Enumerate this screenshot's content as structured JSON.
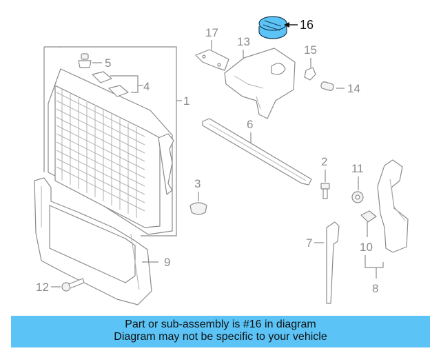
{
  "callouts": {
    "c1": "1",
    "c2": "2",
    "c3": "3",
    "c4": "4",
    "c5": "5",
    "c6": "6",
    "c7": "7",
    "c8": "8",
    "c9": "9",
    "c10": "10",
    "c11": "11",
    "c12": "12",
    "c13": "13",
    "c14": "14",
    "c15": "15",
    "c16": "16",
    "c17": "17"
  },
  "highlight": {
    "part": "16",
    "color": "#5bc3f5"
  },
  "banner": {
    "line1": "Part or sub-assembly is #16 in diagram",
    "line2": "Diagram may not be specific to your vehicle",
    "background": "#5bc3f5"
  }
}
